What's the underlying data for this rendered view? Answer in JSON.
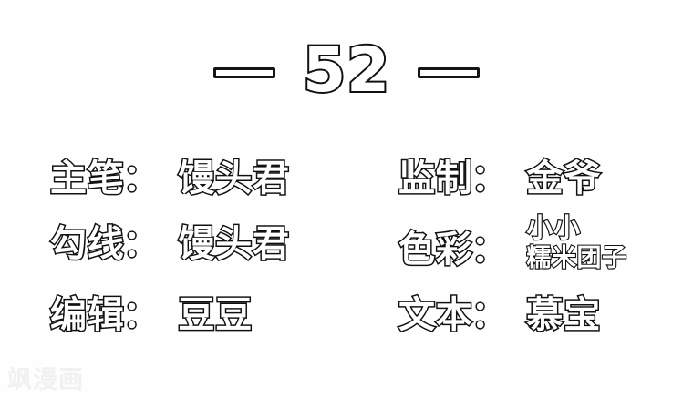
{
  "page": {
    "background_color": "#fefefe",
    "ink_color": "#111111",
    "fill_color": "#ffffff"
  },
  "header": {
    "left_dash": "—",
    "chapter_number": "52",
    "right_dash": "—"
  },
  "credits": {
    "rows": [
      {
        "left": {
          "label": "主笔",
          "colon": "：",
          "value": "馒头君"
        },
        "right": {
          "label": "监制",
          "colon": "：",
          "value": "金爷"
        }
      },
      {
        "left": {
          "label": "勾线",
          "colon": "：",
          "value": "馒头君"
        },
        "right": {
          "label": "色彩",
          "colon": "：",
          "value_line1": "小小",
          "value_line2": "糯米团子"
        }
      },
      {
        "left": {
          "label": "编辑",
          "colon": "：",
          "value": "豆豆"
        },
        "right": {
          "label": "文本",
          "colon": "：",
          "value": "慕宝"
        }
      }
    ]
  },
  "watermark": {
    "text": "飒漫画",
    "color": "#f1f1f1"
  }
}
